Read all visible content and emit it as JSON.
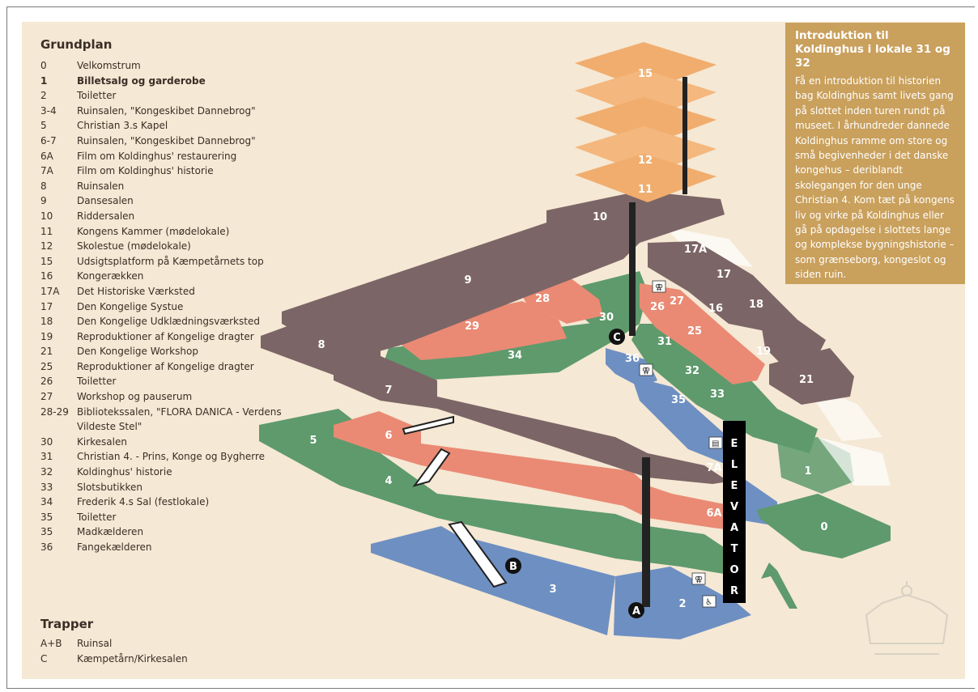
{
  "legend": {
    "title": "Grundplan",
    "rows": [
      {
        "num": "0",
        "text": "Velkomstrum"
      },
      {
        "num": "1",
        "text": "Billetsalg og garderobe"
      },
      {
        "num": "2",
        "text": "Toiletter"
      },
      {
        "num": "3-4",
        "text": "Ruinsalen, \"Kongeskibet Dannebrog\""
      },
      {
        "num": "5",
        "text": "Christian 3.s Kapel"
      },
      {
        "num": "6-7",
        "text": "Ruinsalen, \"Kongeskibet Dannebrog\""
      },
      {
        "num": "6A",
        "text": "Film om Koldinghus' restaurering"
      },
      {
        "num": "7A",
        "text": "Film om Koldinghus' historie"
      },
      {
        "num": "8",
        "text": "Ruinsalen"
      },
      {
        "num": "9",
        "text": "Dansesalen"
      },
      {
        "num": "10",
        "text": "Riddersalen"
      },
      {
        "num": "11",
        "text": "Kongens Kammer (mødelokale)"
      },
      {
        "num": "12",
        "text": "Skolestue (mødelokale)"
      },
      {
        "num": "15",
        "text": "Udsigtsplatform på Kæmpetårnets top"
      },
      {
        "num": "16",
        "text": "Kongerækken"
      },
      {
        "num": "17A",
        "text": "Det Historiske Værksted"
      },
      {
        "num": "17",
        "text": "Den Kongelige Systue"
      },
      {
        "num": "18",
        "text": "Den Kongelige Udklædningsværksted"
      },
      {
        "num": "19",
        "text": "Reproduktioner af Kongelige dragter"
      },
      {
        "num": "21",
        "text": "Den Kongelige Workshop"
      },
      {
        "num": "25",
        "text": "Reproduktioner af Kongelige dragter"
      },
      {
        "num": "26",
        "text": "Toiletter"
      },
      {
        "num": "27",
        "text": "Workshop og pauserum"
      },
      {
        "num": "28-29",
        "text": "Bibliotekssalen, \"FLORA DANICA - Verdens Vildeste Stel\""
      },
      {
        "num": "30",
        "text": "Kirkesalen"
      },
      {
        "num": "31",
        "text": "Christian 4. - Prins, Konge og Bygherre"
      },
      {
        "num": "32",
        "text": "Koldinghus' historie"
      },
      {
        "num": "33",
        "text": "Slotsbutikken"
      },
      {
        "num": "34",
        "text": "Frederik 4.s Sal (festlokale)"
      },
      {
        "num": "35",
        "text": "Toiletter"
      },
      {
        "num": "35",
        "text": "Madkælderen"
      },
      {
        "num": "36",
        "text": "Fangekælderen"
      }
    ]
  },
  "stairs": {
    "title": "Trapper",
    "rows": [
      {
        "num": "A+B",
        "text": "Ruinsal"
      },
      {
        "num": "C",
        "text": "Kæmpetårn/Kirkesalen"
      }
    ]
  },
  "intro": {
    "title": "Introduktion til Koldinghus i lokale 31 og 32",
    "body": "Få en introduktion til historien bag Koldinghus samt livets gang på slottet inden turen rundt på museet. I århundreder dannede Koldinghus ramme om store og små begivenheder i det danske kongehus – deriblandt skolegangen for den unge Christian 4. Kom tæt på kongens liv og virke på Koldinghus eller gå på opdagelse i slottets lange og komplekse bygningshistorie – som grænseborg, kongeslot og siden ruin."
  },
  "map": {
    "room_labels": [
      "15",
      "12",
      "11",
      "10",
      "9",
      "8",
      "7",
      "6",
      "5",
      "4",
      "3",
      "2",
      "1",
      "0",
      "7A",
      "6A",
      "17A",
      "17",
      "18",
      "16",
      "19",
      "21",
      "25",
      "26",
      "27",
      "28",
      "29",
      "30",
      "31",
      "32",
      "33",
      "34",
      "35",
      "36"
    ],
    "stair_markers": [
      "A",
      "B",
      "C"
    ],
    "elevator_letters": [
      "E",
      "L",
      "E",
      "V",
      "A",
      "T",
      "O",
      "R"
    ]
  },
  "colors": {
    "orange": "#f1ad6e",
    "mauve": "#7c6566",
    "salmon": "#ea8a74",
    "green": "#5e9a6c",
    "blue": "#6e8fc2",
    "gold": "#c9a05c"
  },
  "icons": [
    "toilet-icon",
    "wheelchair-icon",
    "cutlery-icon",
    "elevator-icon",
    "entrance-arrow-icon",
    "royal-crown-logo"
  ]
}
